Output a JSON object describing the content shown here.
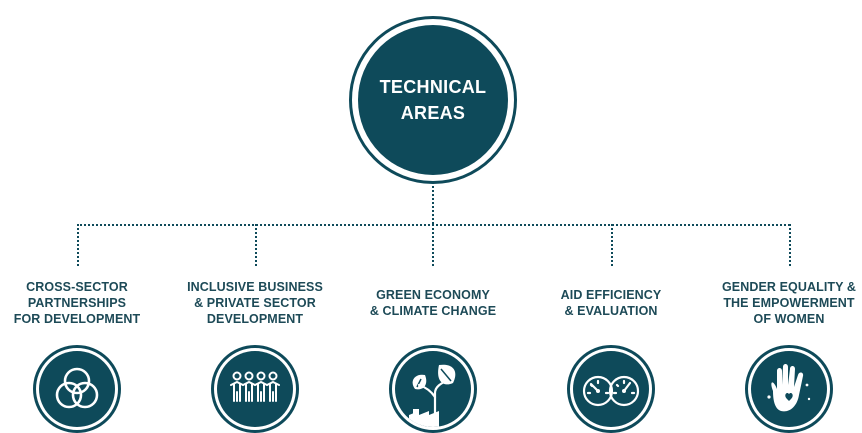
{
  "hub": {
    "line1": "TECHNICAL",
    "line2": "AREAS"
  },
  "areas": [
    {
      "lines": [
        "CROSS-SECTOR",
        "PARTNERSHIPS",
        "FOR DEVELOPMENT"
      ],
      "icon": "interlocking-rings-icon"
    },
    {
      "lines": [
        "INCLUSIVE BUSINESS",
        "& PRIVATE SECTOR",
        "DEVELOPMENT"
      ],
      "icon": "people-group-icon"
    },
    {
      "lines": [
        "GREEN ECONOMY",
        "& CLIMATE CHANGE"
      ],
      "icon": "factory-leaf-icon"
    },
    {
      "lines": [
        "AID EFFICIENCY",
        "& EVALUATION"
      ],
      "icon": "gauges-icon"
    },
    {
      "lines": [
        "GENDER EQUALITY &",
        "THE EMPOWERMENT",
        "OF WOMEN"
      ],
      "icon": "hand-heart-icon"
    }
  ],
  "colors": {
    "primary": "#0e4a5a",
    "text": "#1d4a57",
    "background": "#ffffff"
  }
}
